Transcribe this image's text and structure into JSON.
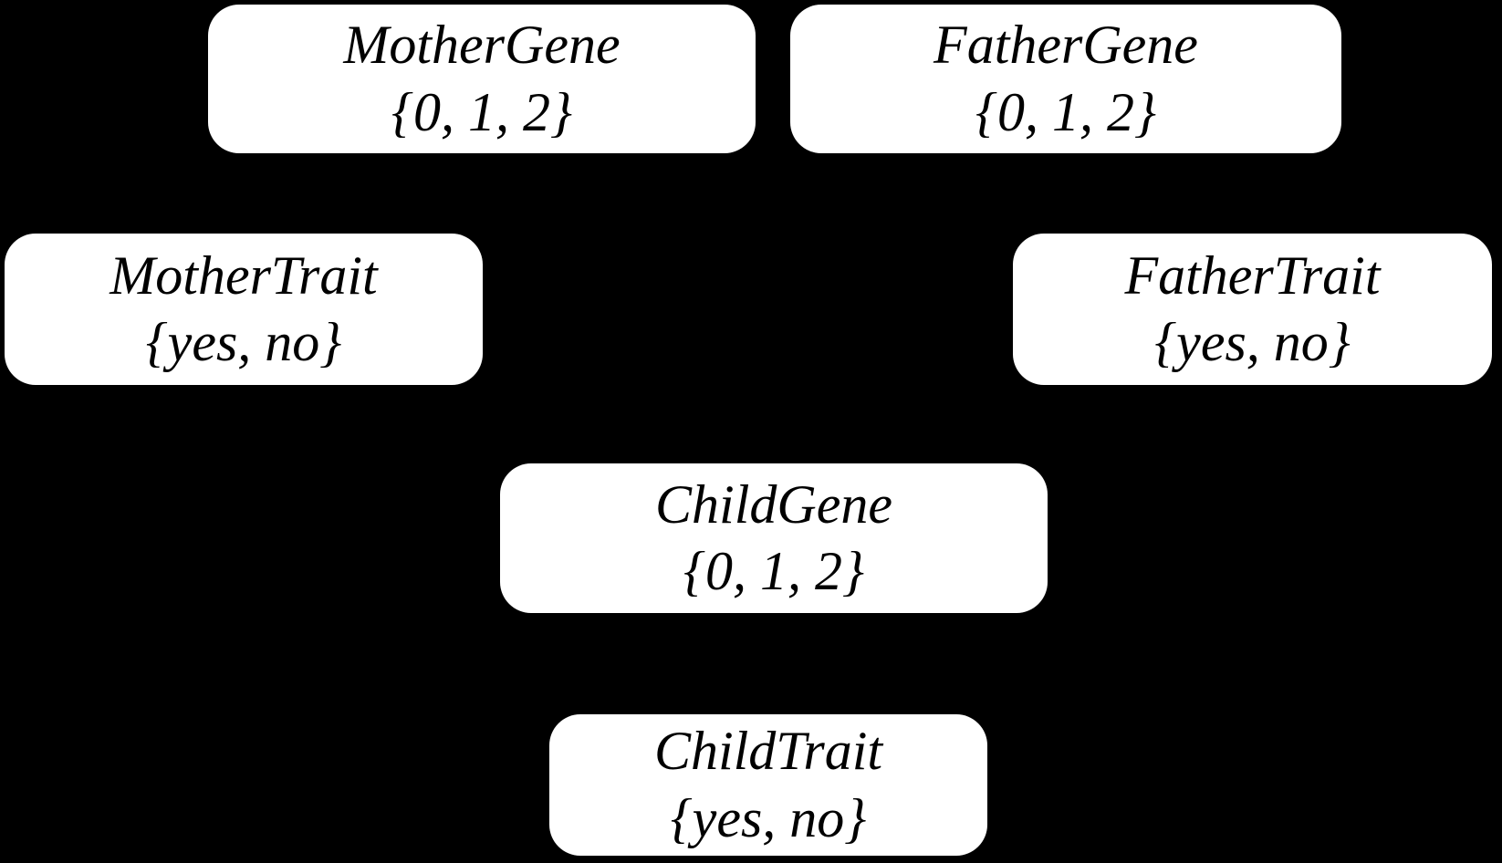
{
  "colors": {
    "background": "#000000",
    "node_fill": "#ffffff",
    "node_text": "#000000"
  },
  "diagram": {
    "type": "bayesian-network",
    "edges_visible": false,
    "nodes": [
      {
        "id": "mother-gene",
        "title": "MotherGene",
        "domain": "{0, 1, 2}"
      },
      {
        "id": "father-gene",
        "title": "FatherGene",
        "domain": "{0, 1, 2}"
      },
      {
        "id": "mother-trait",
        "title": "MotherTrait",
        "domain": "{yes, no}"
      },
      {
        "id": "father-trait",
        "title": "FatherTrait",
        "domain": "{yes, no}"
      },
      {
        "id": "child-gene",
        "title": "ChildGene",
        "domain": "{0, 1, 2}"
      },
      {
        "id": "child-trait",
        "title": "ChildTrait",
        "domain": "{yes, no}"
      }
    ]
  }
}
